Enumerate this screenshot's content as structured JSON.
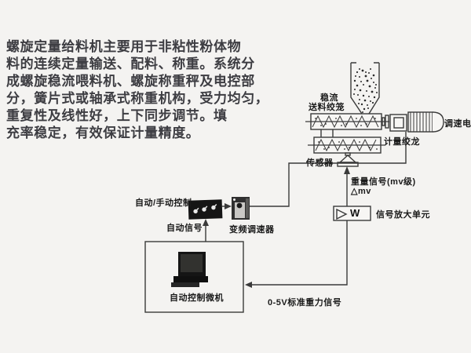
{
  "intro": {
    "lines": [
      "螺旋定量给料机主要用于非粘性粉体物",
      "料的连续定量输送、配料、称重。系统分",
      "成螺旋稳流喂料机、螺旋称重秤及电控部",
      "分，簧片式或轴承式称重机构，受力均匀，",
      "重复性及线性好，上下同步调节。填",
      "充率稳定，有效保证计量精度。"
    ]
  },
  "diagram": {
    "labels": {
      "feeder_screw_line1": "稳流",
      "feeder_screw_line2": "送料绞笼",
      "motor": "调速电机",
      "metering_screw": "计量绞龙",
      "sensor": "传感器",
      "weight_signal": "重量信号(mv级)",
      "delta_mv": "△mv",
      "amplifier_symbol": "W",
      "amplifier_unit": "信号放大单元",
      "auto_manual_control": "自动/手动控制",
      "auto_signal": "自动信号",
      "inverter": "变频调速器",
      "computer": "自动控制微机",
      "output_signal": "0-5V标准重力信号"
    },
    "colors": {
      "background": "#f4f3f1",
      "line_ink": "#3a3a3a",
      "label_ink": "#1a1a1a",
      "device_dark": "#151515"
    }
  }
}
